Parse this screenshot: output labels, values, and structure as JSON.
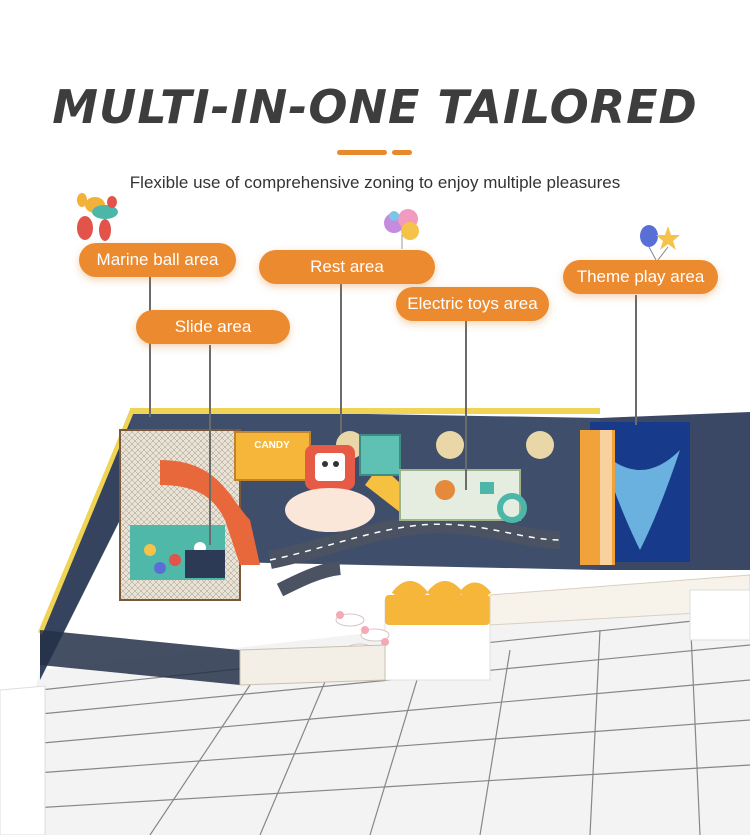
{
  "header": {
    "title": "MULTI-IN-ONE TAILORED",
    "subtitle": "Flexible use of comprehensive zoning to enjoy multiple pleasures"
  },
  "labels": {
    "marine_ball": "Marine ball area",
    "slide": "Slide area",
    "rest": "Rest area",
    "electric_toys": "Electric toys area",
    "theme_play": "Theme play area"
  },
  "colors": {
    "accent": "#ec8a30",
    "title": "#3d3d3d"
  },
  "scene": {
    "sign_text": "CANDY"
  }
}
